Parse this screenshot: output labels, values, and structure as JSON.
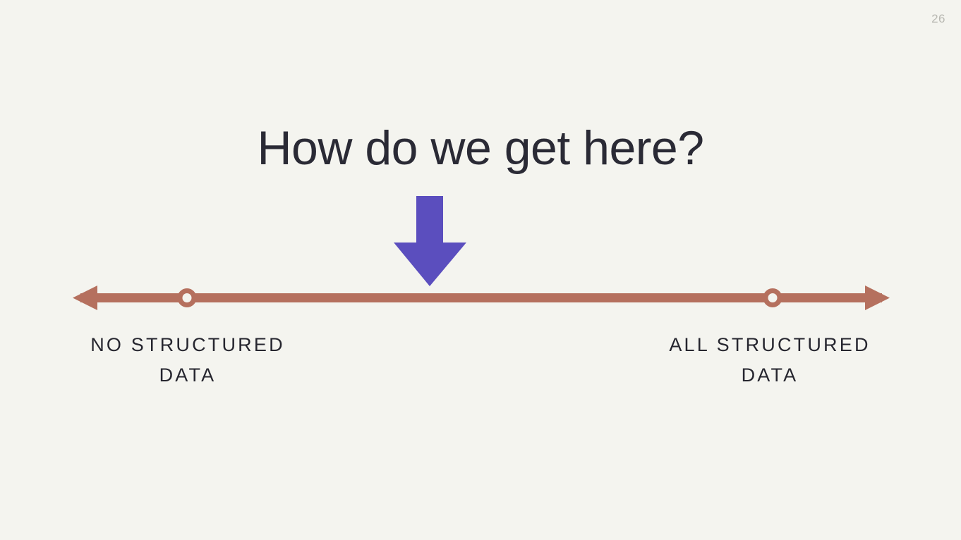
{
  "slide": {
    "background_color": "#f4f4ef",
    "page_number": "26",
    "title": "How do we get here?",
    "title_color": "#2a2a35"
  },
  "icons": {
    "down_arrow": {
      "name": "down-arrow-icon",
      "color": "#5b4ebe"
    }
  },
  "spectrum": {
    "line_color": "#b5705e",
    "marker_fill": "#f4f4ef",
    "left_label": "NO STRUCTURED\nDATA",
    "right_label": "ALL STRUCTURED\nDATA",
    "label_color": "#26262f"
  }
}
